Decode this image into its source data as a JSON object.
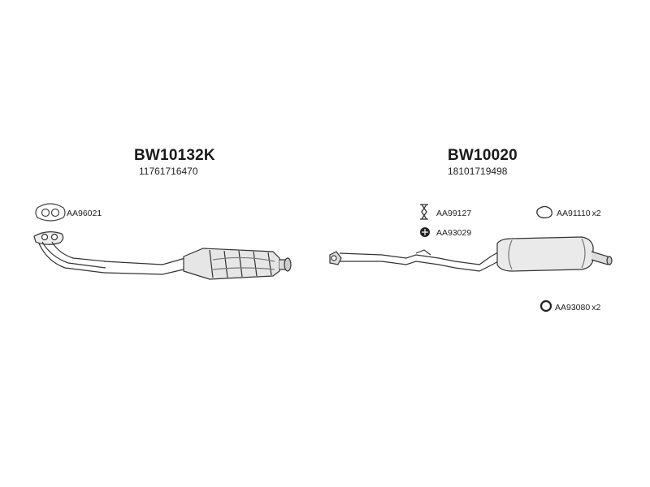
{
  "assemblies": [
    {
      "code": "BW10132K",
      "oem": "11761716470"
    },
    {
      "code": "BW10020",
      "oem": "18101719498"
    }
  ],
  "accessories": [
    {
      "ref": "AA96021",
      "qty": ""
    },
    {
      "ref": "AA99127",
      "qty": ""
    },
    {
      "ref": "AA93029",
      "qty": ""
    },
    {
      "ref": "AA91110",
      "qty": "x2"
    },
    {
      "ref": "AA93080",
      "qty": "x2"
    }
  ],
  "colors": {
    "line": "#333333",
    "shade": "#9a9a9a",
    "text": "#1a1a1a"
  }
}
